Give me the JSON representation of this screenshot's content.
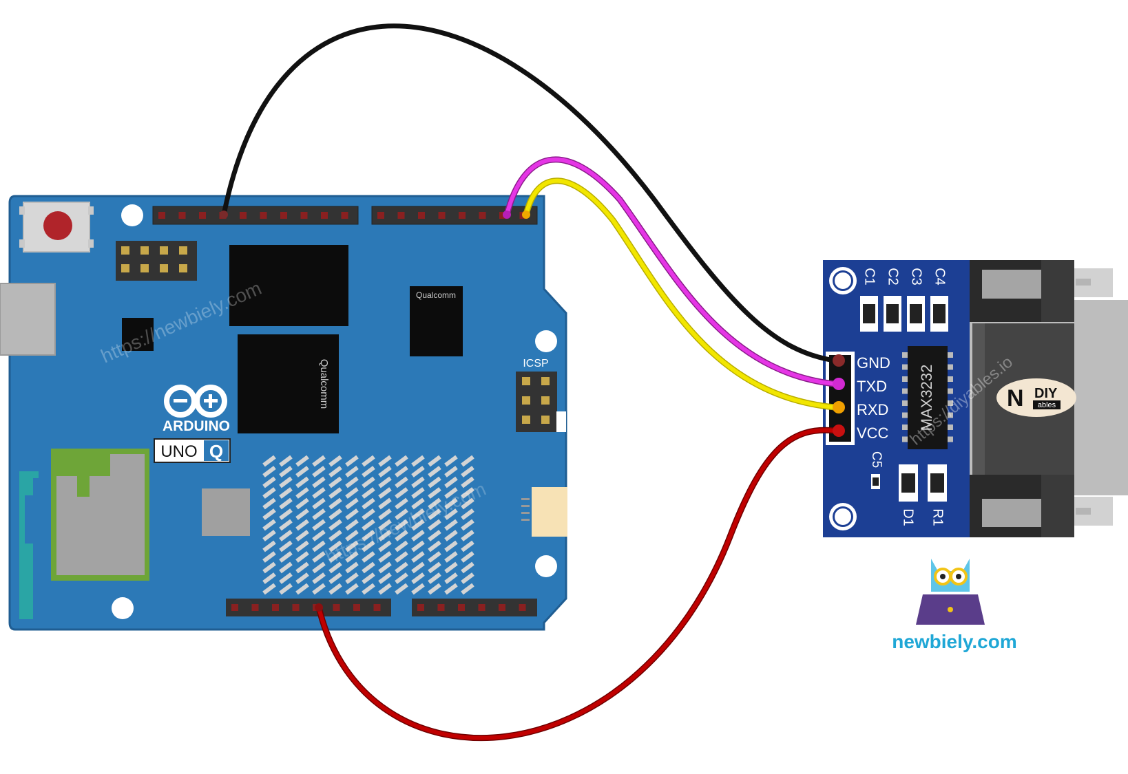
{
  "arduino": {
    "brand": "ARDUINO",
    "model": "UNO",
    "model_suffix": "Q",
    "icsp_label": "ICSP",
    "chip_label_1": "Qualcomm",
    "chip_label_2": "Qualcomm",
    "board_color": "#2c79b7",
    "board_edge_color": "#1f5d92"
  },
  "module": {
    "chip_label": "MAX3232",
    "pin_labels": [
      "GND",
      "TXD",
      "RXD",
      "VCC"
    ],
    "capacitors": [
      "C1",
      "C2",
      "C3",
      "C4"
    ],
    "c5_label": "C5",
    "d1_label": "D1",
    "r1_label": "R1",
    "brand_logo": "DIY",
    "brand_logo_sub": "ables",
    "board_color": "#1c3f94"
  },
  "watermarks": {
    "newbiely": "https://newbiely.com",
    "diyables": "https://diyables.io"
  },
  "footer_logo": {
    "text": "newbiely.com",
    "color": "#1fa7d6"
  },
  "wires": [
    {
      "name": "gnd-wire",
      "color": "#111111",
      "from": "GND",
      "to": "GND"
    },
    {
      "name": "txd-wire",
      "color": "#e535e5",
      "from": "TX",
      "to": "TXD"
    },
    {
      "name": "rxd-wire",
      "color": "#f2e600",
      "from": "RX",
      "to": "RXD"
    },
    {
      "name": "vcc-wire",
      "color": "#c00000",
      "from": "3.3V",
      "to": "VCC"
    }
  ]
}
